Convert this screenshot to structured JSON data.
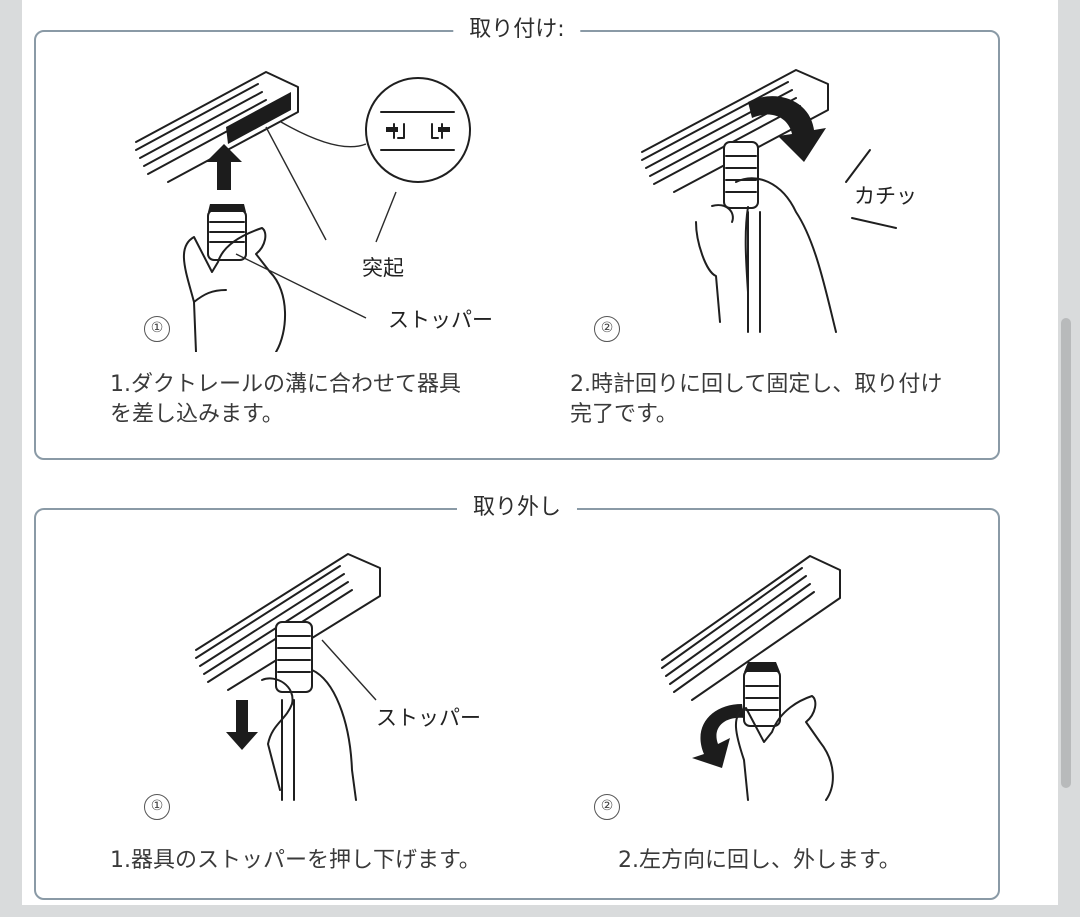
{
  "install": {
    "title": "取り付け:",
    "step1": {
      "number": "①",
      "caption_line1": "1.ダクトレールの溝に合わせて器具",
      "caption_line2": "を差し込みます。",
      "label_protrusion": "突起",
      "label_stopper": "ストッパー"
    },
    "step2": {
      "number": "②",
      "caption_line1": "2.時計回りに回して固定し、取り付け",
      "caption_line2": "完了です。",
      "label_click": "カチッ"
    }
  },
  "remove": {
    "title": "取り外し",
    "step1": {
      "number": "①",
      "caption": "1.器具のストッパーを押し下げます。",
      "label_stopper": "ストッパー"
    },
    "step2": {
      "number": "②",
      "caption": "2.左方向に回し、外します。"
    }
  },
  "icons": {
    "rail": "track-rail-illustration",
    "hand": "hand-illustration",
    "arrow_up": "arrow-up-icon",
    "arrow_down": "arrow-down-icon",
    "rotate_cw": "rotate-clockwise-icon",
    "rotate_ccw": "rotate-counterclockwise-icon"
  },
  "colors": {
    "panel_border": "#8a9aa6",
    "background": "#d9dbdc"
  }
}
